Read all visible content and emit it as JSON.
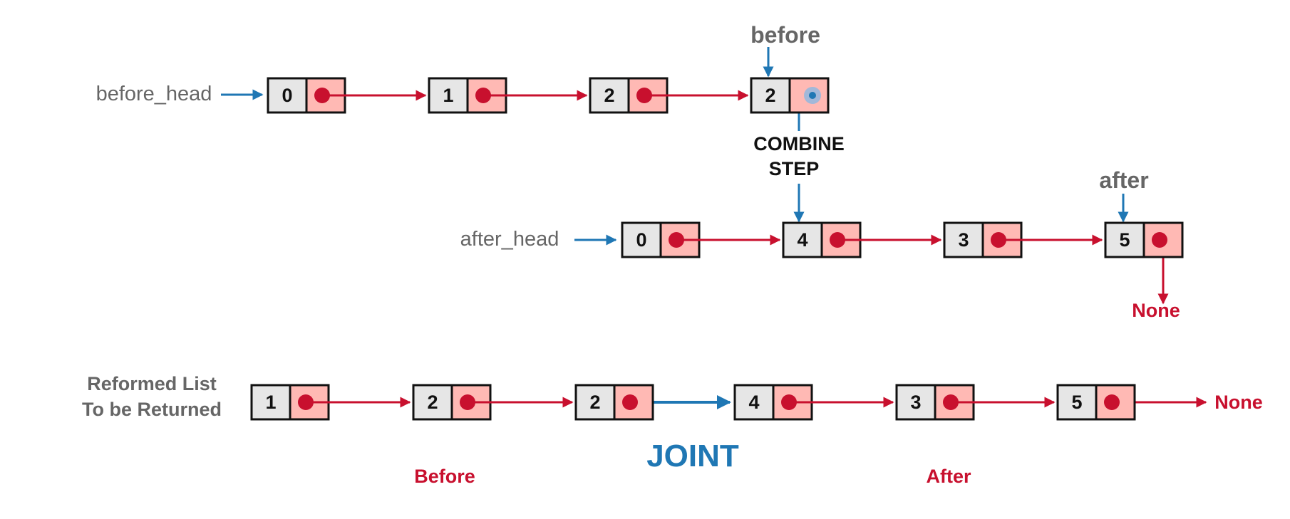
{
  "colors": {
    "red": "#c8102e",
    "blue": "#1f77b4",
    "node_value_fill": "#e6e6e6",
    "node_pointer_fill": "#ffb9b4",
    "label_gray": "#666666"
  },
  "labels": {
    "before_head": "before_head",
    "after_head": "after_head",
    "before_pointer": "before",
    "after_pointer": "after",
    "combine_line1": "COMBINE",
    "combine_line2": "STEP",
    "none_mid": "None",
    "reformed_line1": "Reformed List",
    "reformed_line2": "To be Returned",
    "none_bottom": "None",
    "joint": "JOINT",
    "before_section": "Before",
    "after_section": "After"
  },
  "lists": {
    "before": [
      "0",
      "1",
      "2",
      "2"
    ],
    "after": [
      "0",
      "4",
      "3",
      "5"
    ],
    "reformed": [
      "1",
      "2",
      "2",
      "4",
      "3",
      "5"
    ]
  }
}
